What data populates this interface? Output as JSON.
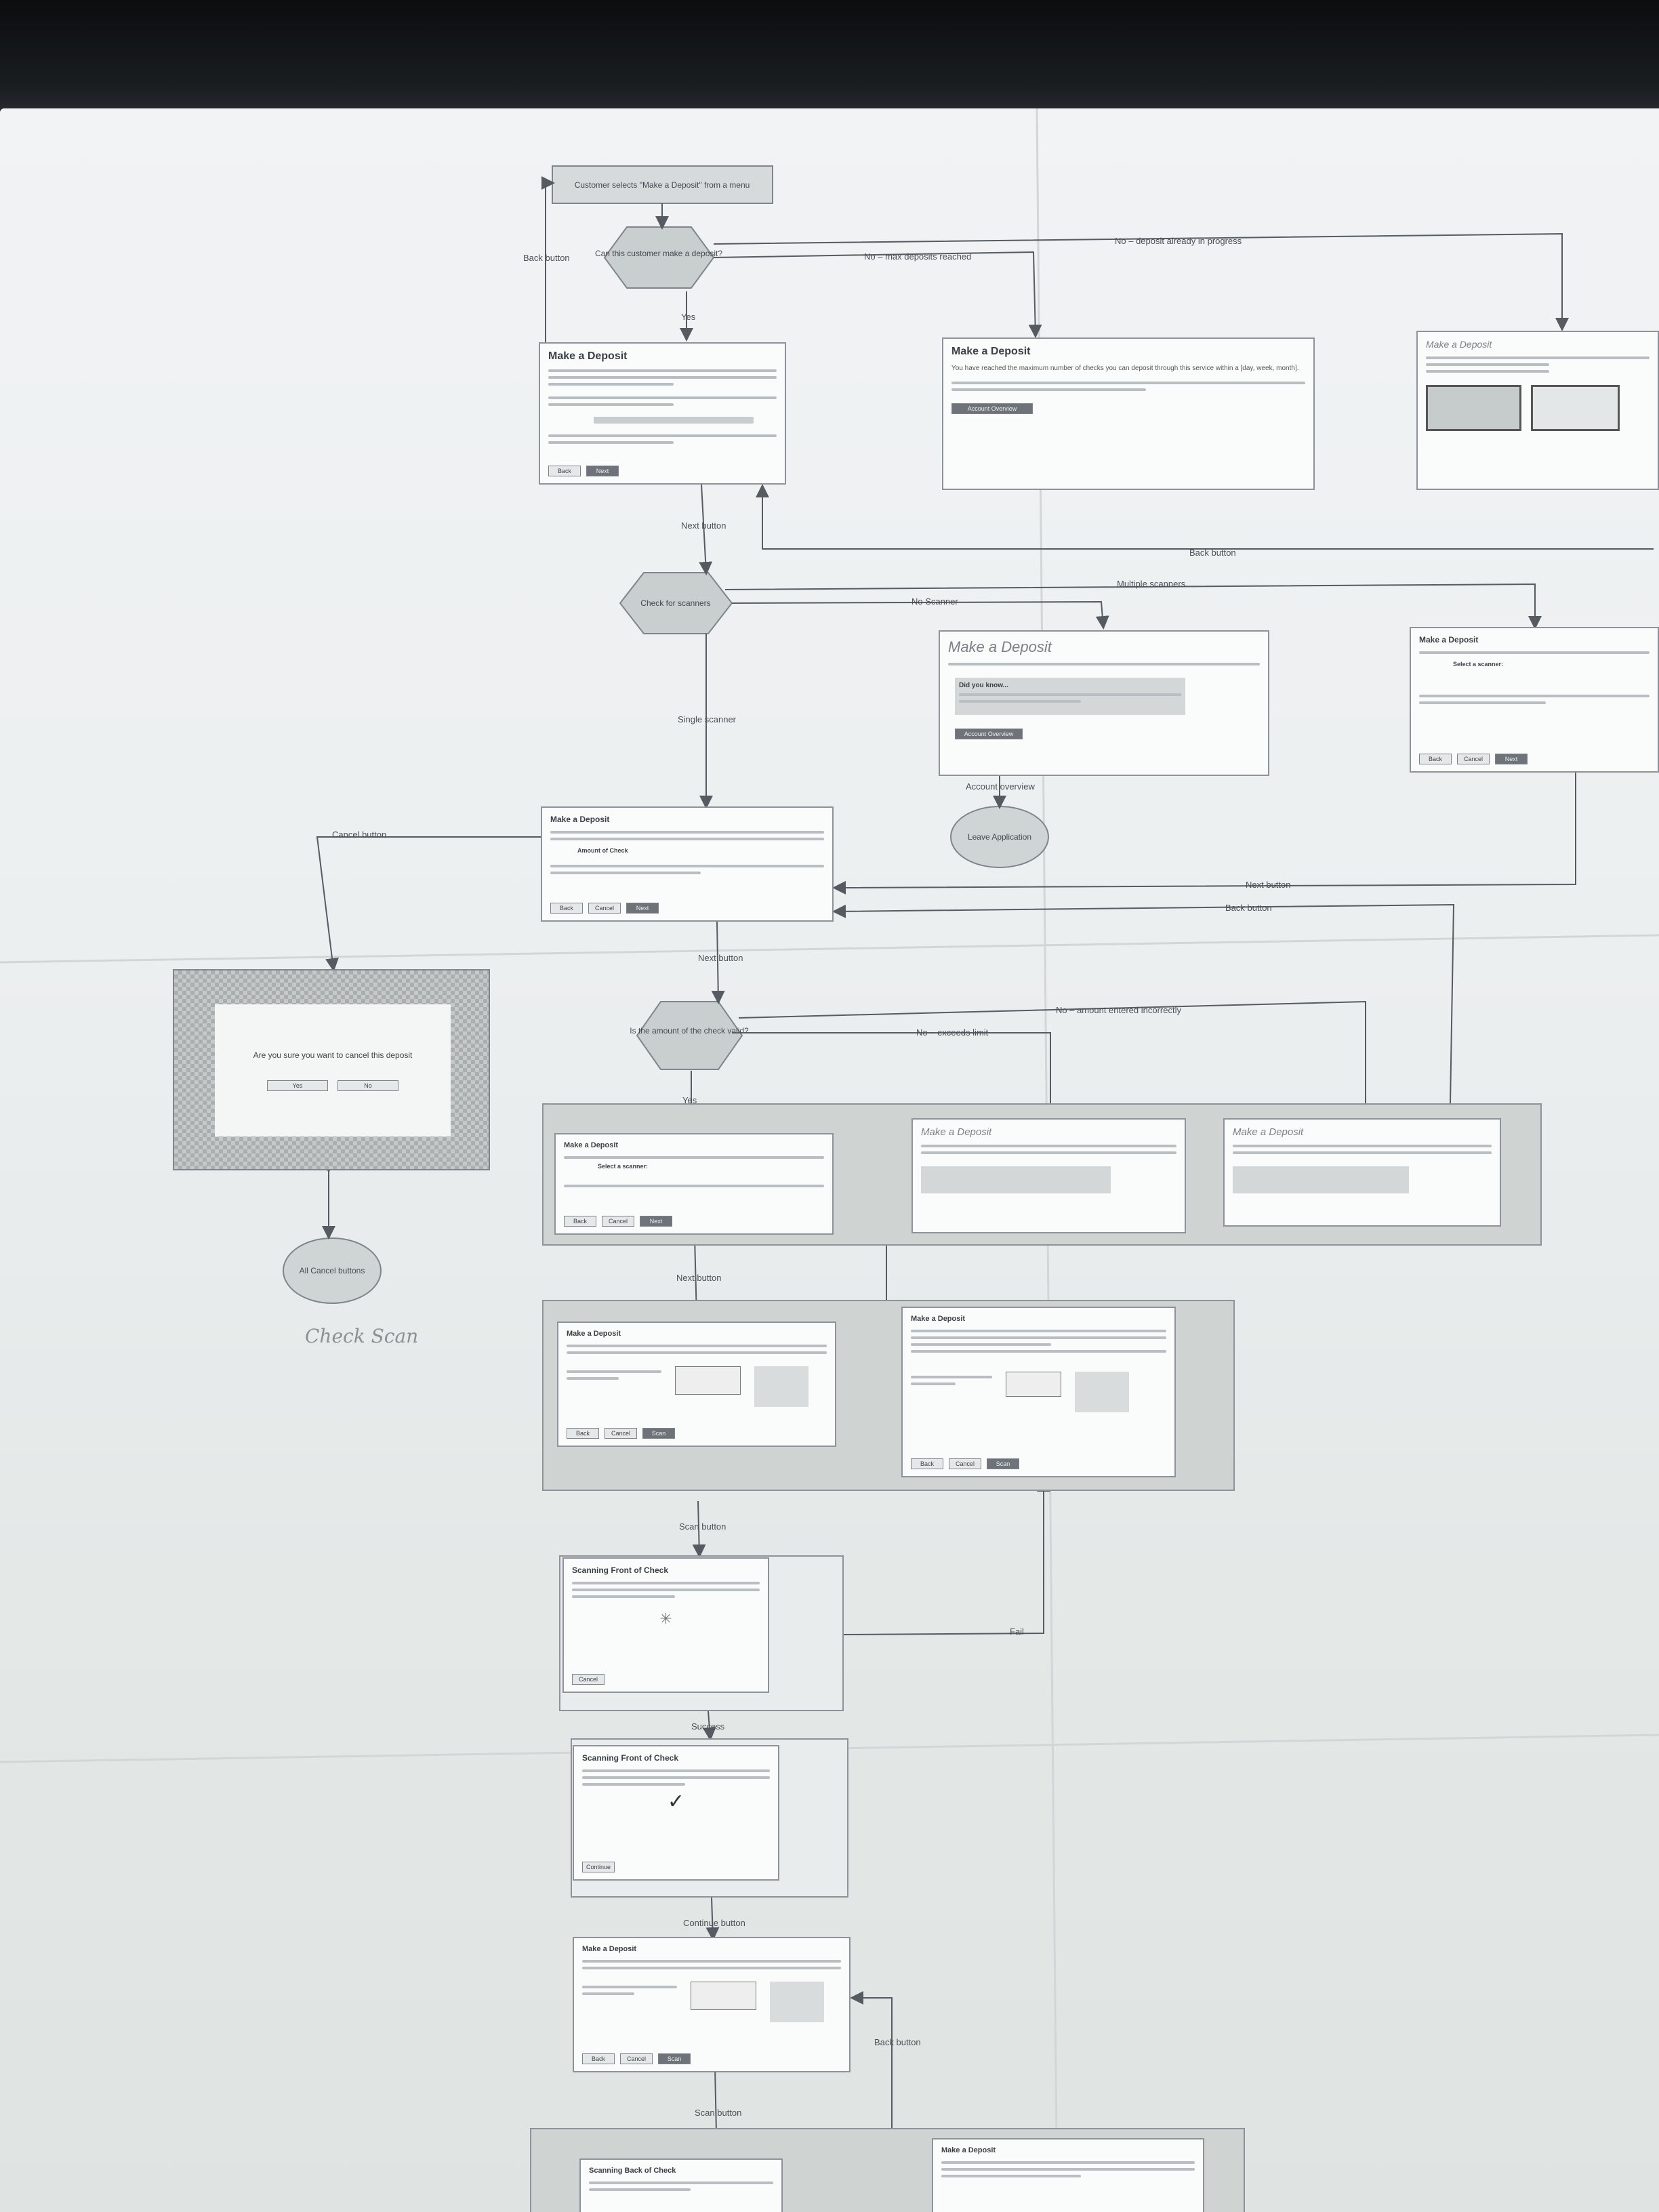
{
  "nodes": {
    "start": "Customer selects \"Make a Deposit\" from a menu",
    "decision_can_deposit": "Can this customer make a deposit?",
    "check_scanners": "Check for scanners",
    "decision_amount": "Is the amount of the check valid?",
    "leave_app": "Leave Application",
    "all_cancel": "All Cancel buttons"
  },
  "edges": {
    "back_button": "Back button",
    "yes": "Yes",
    "no_max": "No – max deposits reached",
    "no_in_progress": "No – deposit already in progress",
    "next_button": "Next button",
    "no_scanner": "No Scanner",
    "multiple_scanners": "Multiple scanners",
    "single_scanner": "Single scanner",
    "account_overview": "Account overview",
    "cancel_button": "Cancel button",
    "no_exceeds": "No – exceeds limit",
    "no_incorrect": "No – amount entered incorrectly",
    "scan_button": "Scan button",
    "fail": "Fail",
    "success": "Success",
    "continue_button": "Continue button"
  },
  "screens": {
    "make_deposit": "Make a Deposit",
    "max_reached_text": "You have reached the maximum number of checks you can deposit through this service within a [day, week, month].",
    "account_overview_btn": "Account Overview",
    "cancel_dialog_text": "Are you sure you want to cancel this deposit",
    "cancel_yes": "Yes",
    "cancel_no": "No",
    "scanning_front": "Scanning Front of Check",
    "scanning_back": "Scanning Back of Check",
    "did_you_know": "Did you know...",
    "amount_of_check": "Amount of Check",
    "select_scanner": "Select a scanner:",
    "btn_back": "Back",
    "btn_cancel": "Cancel",
    "btn_next": "Next",
    "btn_scan": "Scan",
    "btn_continue": "Continue",
    "checkmark": "✓"
  },
  "handwriting": "Check Scan"
}
